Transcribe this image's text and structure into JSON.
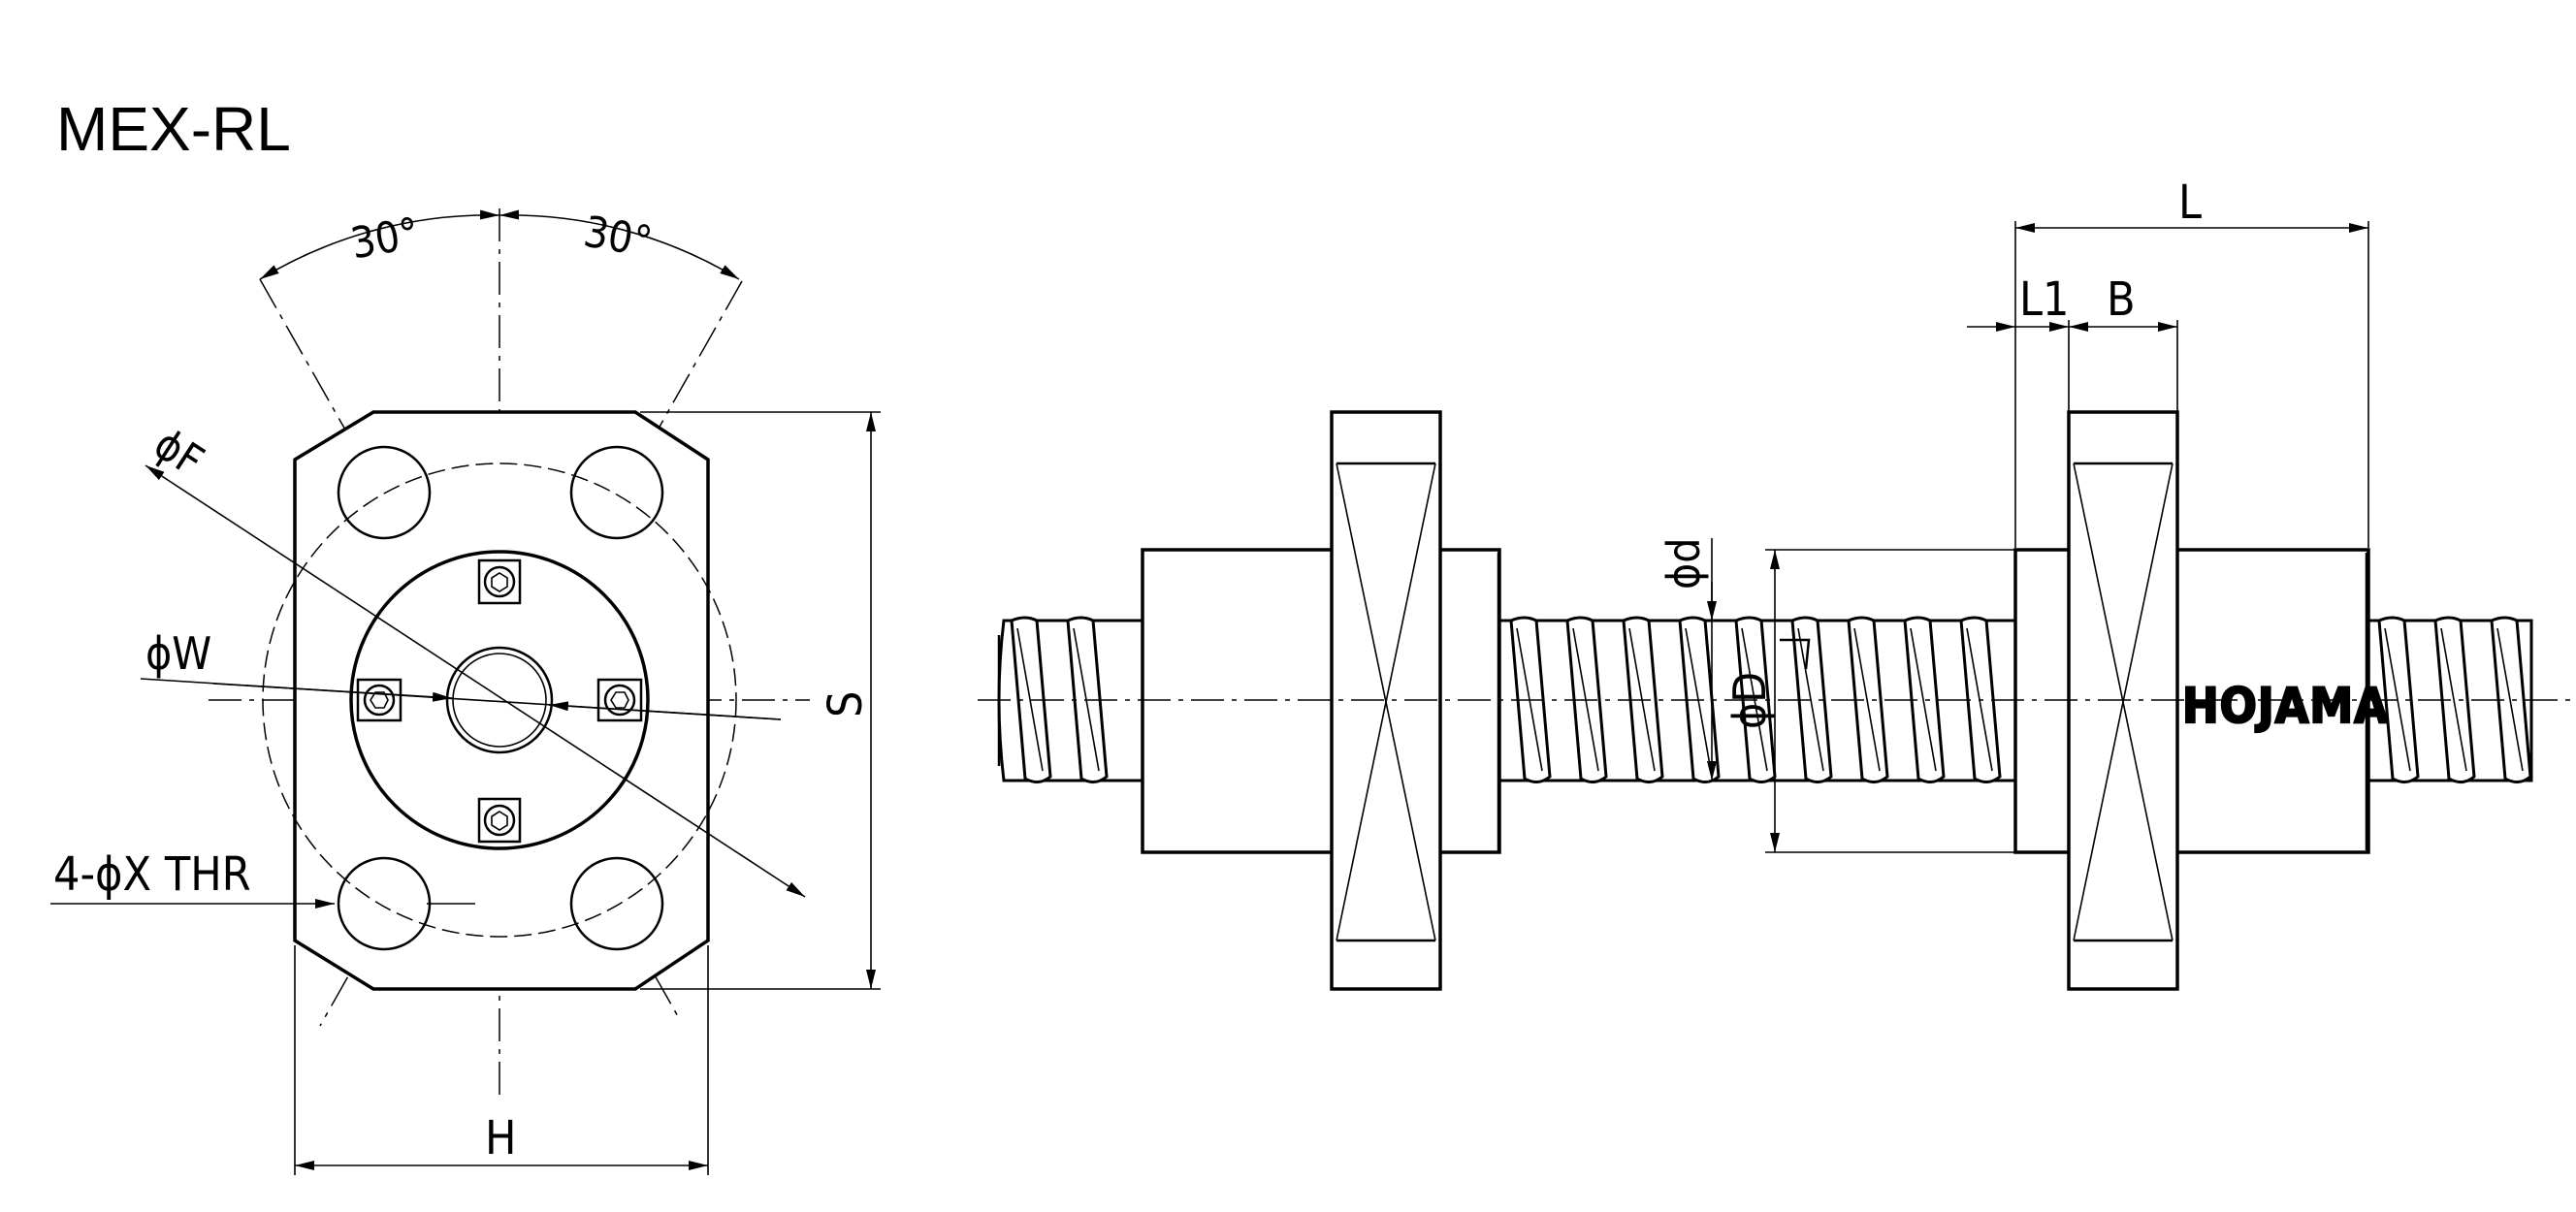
{
  "title": "MEX-RL",
  "front_view": {
    "angle_left": "30°",
    "angle_right": "30°",
    "dia_F": "ϕF",
    "dia_W": "ϕW",
    "holes": "4-ϕX THR",
    "dim_H": "H",
    "dim_S": "S"
  },
  "side_view": {
    "dim_L": "L",
    "dim_L1": "L1",
    "dim_B": "B",
    "dia_d": "ϕd",
    "dia_D": "ϕD",
    "brand": "HOJAMA"
  }
}
